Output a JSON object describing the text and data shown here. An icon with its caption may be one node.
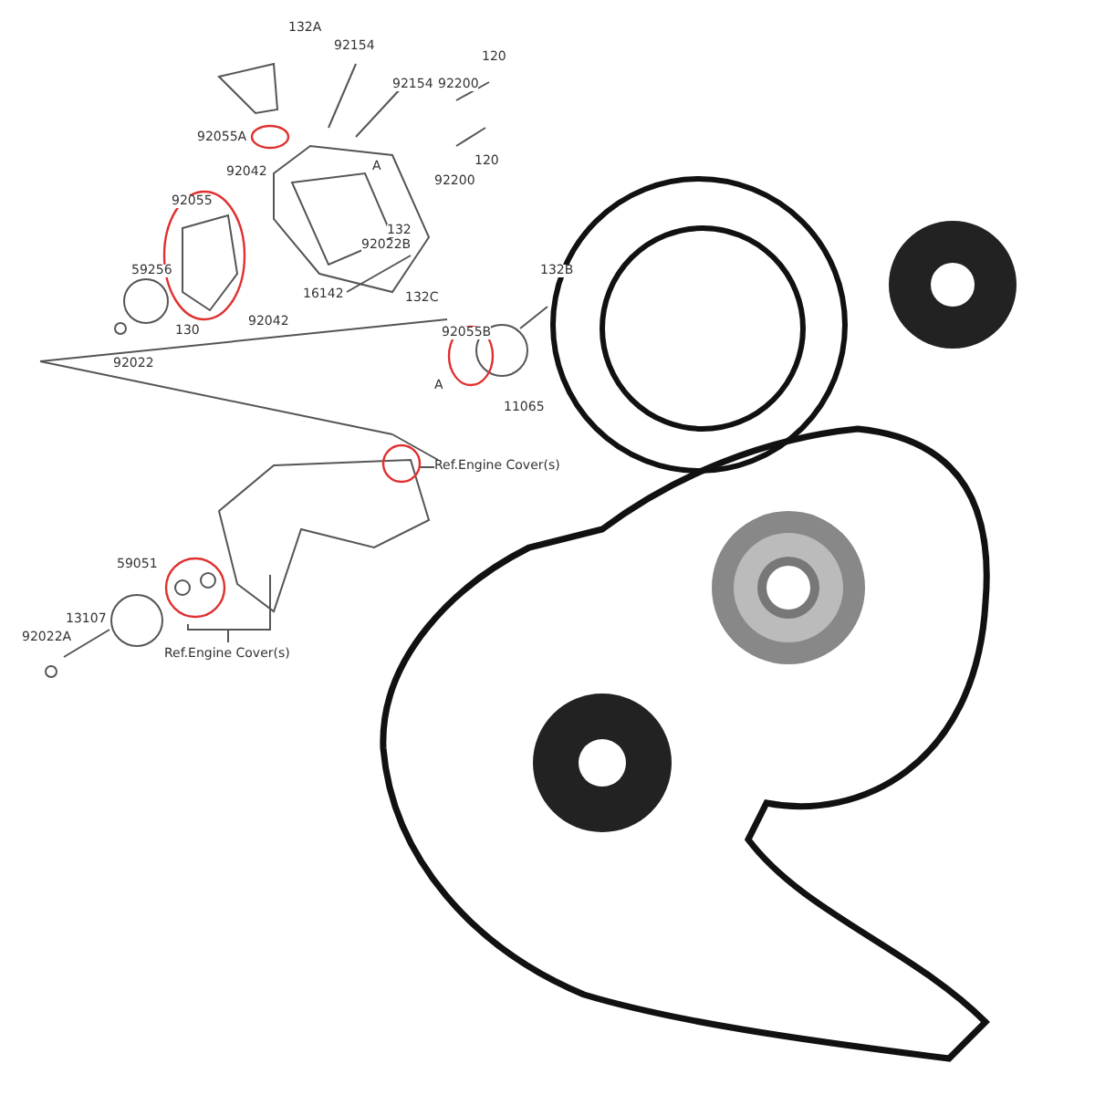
{
  "diagram": {
    "labels": [
      "132A",
      "92154",
      "120",
      "92200",
      "92154",
      "A",
      "92055A",
      "120",
      "92042",
      "92200",
      "92055",
      "132",
      "92022B",
      "59256",
      "16142",
      "132C",
      "130",
      "92042",
      "132B",
      "92055B",
      "92022",
      "A",
      "11065",
      "Ref.Engine Cover(s)",
      "59051",
      "13107",
      "92022A",
      "Ref.Engine Cover(s)"
    ]
  }
}
